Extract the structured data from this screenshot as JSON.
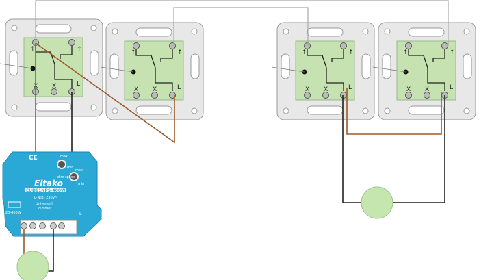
{
  "switch_labels": {
    "top": "↑",
    "bottom_x": "X",
    "bottom_l": "L"
  },
  "dimmer": {
    "ce_mark": "CE",
    "brand": "Eltako",
    "model": "EUD61NPS-400W",
    "voltage": "L-N(B) 230V~",
    "type_line1": "Universell",
    "type_line2": "dimmer",
    "power": "20-400W",
    "knob1_max": "max",
    "knob1_min": "min",
    "knob2_label": "dim speed",
    "knob2_max": "max",
    "knob2_min": "min",
    "terminal_l": "L"
  },
  "colors": {
    "plate": "#e8e8e8",
    "green": "#c6e2b0",
    "brown_wire": "#9c5a2a",
    "black_wire": "#222222",
    "gray_wire": "#a0a0a0",
    "dimmer_blue": "#2aa8d6",
    "lamp": "#c6e6b0"
  }
}
